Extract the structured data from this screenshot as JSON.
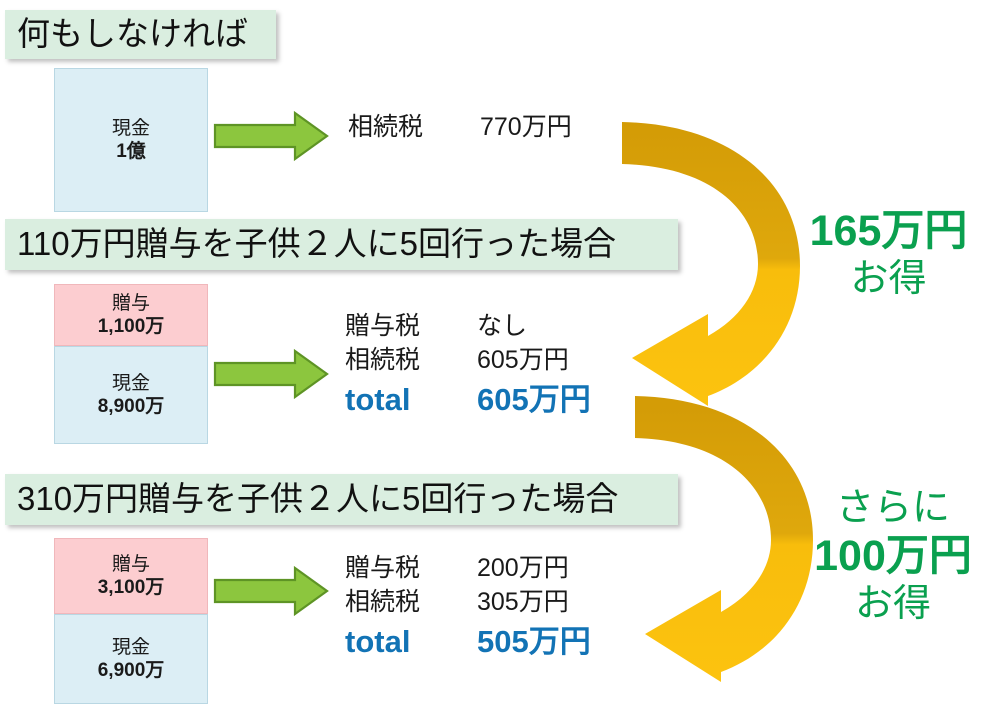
{
  "colors": {
    "banner_bg": "#daeee0",
    "cash_box_bg": "#dceef5",
    "gift_box_bg": "#fccdd0",
    "green_arrow": "#8cc63e",
    "green_arrow_border": "#5e9425",
    "orange_arrow_top": "#d9a20a",
    "orange_arrow_bottom": "#fcc10d",
    "total_blue": "#1273b5",
    "savings_green": "#0aa04f",
    "text": "#1a1a1a"
  },
  "sections": [
    {
      "banner": "何もしなければ",
      "boxes": [
        {
          "type": "cash",
          "label": "現金",
          "amount": "1億"
        }
      ],
      "arrow_icon": "right-arrow-icon",
      "tax_lines": [
        {
          "label": "相続税",
          "value": "770万円"
        }
      ],
      "total": null
    },
    {
      "banner": "110万円贈与を子供２人に5回行った場合",
      "boxes": [
        {
          "type": "gift",
          "label": "贈与",
          "amount": "1,100万"
        },
        {
          "type": "cash",
          "label": "現金",
          "amount": "8,900万"
        }
      ],
      "arrow_icon": "right-arrow-icon",
      "tax_lines": [
        {
          "label": "贈与税",
          "value": "なし"
        },
        {
          "label": "相続税",
          "value": "605万円"
        }
      ],
      "total": {
        "label": "total",
        "value": "605万円"
      }
    },
    {
      "banner": "310万円贈与を子供２人に5回行った場合",
      "boxes": [
        {
          "type": "gift",
          "label": "贈与",
          "amount": "3,100万"
        },
        {
          "type": "cash",
          "label": "現金",
          "amount": "6,900万"
        }
      ],
      "arrow_icon": "right-arrow-icon",
      "tax_lines": [
        {
          "label": "贈与税",
          "value": "200万円"
        },
        {
          "label": "相続税",
          "value": "305万円"
        }
      ],
      "total": {
        "label": "total",
        "value": "505万円"
      }
    }
  ],
  "savings": [
    {
      "prefix": "",
      "amount": "165万円",
      "suffix": "お得",
      "icon": "curved-arrow-icon"
    },
    {
      "prefix": "さらに",
      "amount": "100万円",
      "suffix": "お得",
      "icon": "curved-arrow-icon"
    }
  ]
}
